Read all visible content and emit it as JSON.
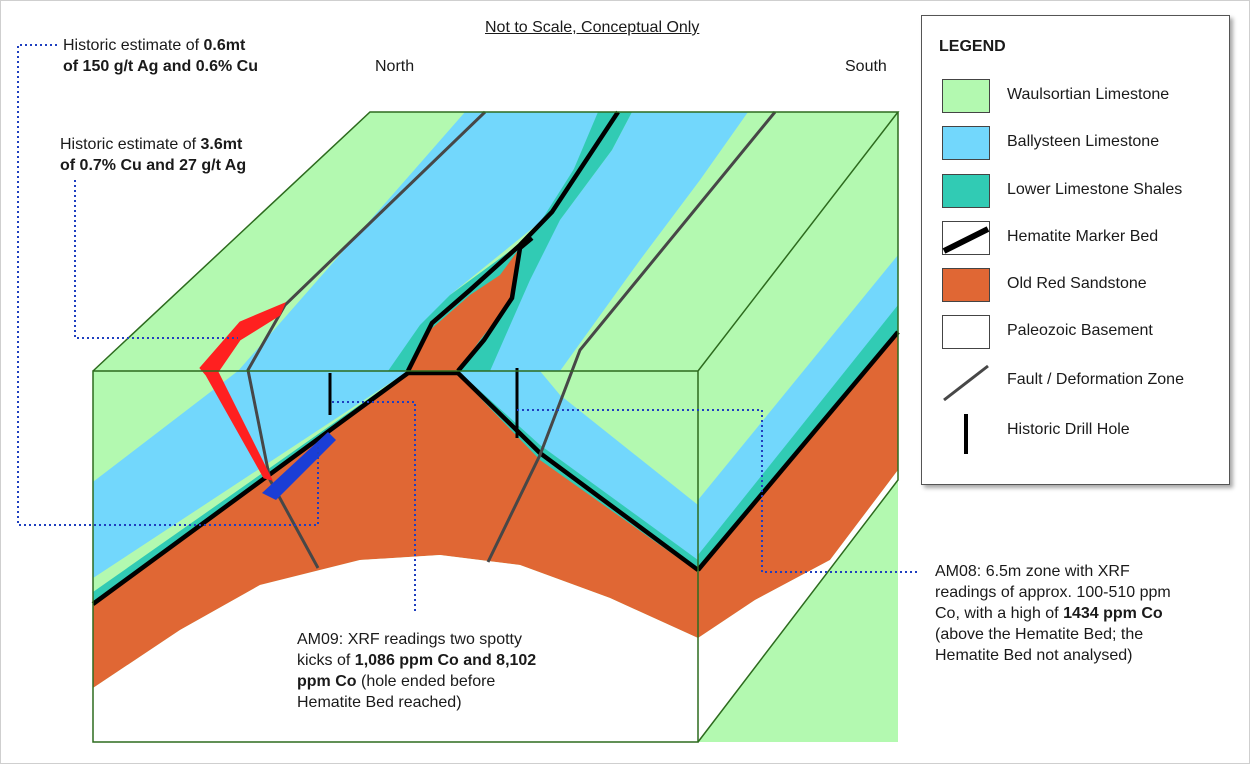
{
  "subtitle": "Not to Scale, Conceptual Only",
  "directions": {
    "north": "North",
    "south": "South"
  },
  "callouts": {
    "estimate1": {
      "text1": "Historic estimate of ",
      "bold1": "0.6mt",
      "bold2": "of 150 g/t Ag and 0.6% Cu"
    },
    "estimate2": {
      "text1": "Historic estimate of ",
      "bold1": "3.6mt",
      "bold2": "of 0.7% Cu and 27 g/t Ag"
    },
    "am09": {
      "line1": "AM09: XRF readings two spotty",
      "line2a": "kicks of ",
      "line2b": "1,086 ppm Co and 8,102",
      "line3a": "ppm Co",
      "line3b": " (hole ended before",
      "line4": "Hematite Bed reached)"
    },
    "am08": {
      "line1": "AM08: 6.5m zone with XRF",
      "line2": "readings of approx. 100-510 ppm",
      "line3a": "Co, with a high of ",
      "line3b": "1434 ppm Co",
      "line4": "(above the Hematite Bed; the",
      "line5": "Hematite Bed not analysed)"
    }
  },
  "legend": {
    "title": "LEGEND",
    "items": [
      {
        "label": "Waulsortian Limestone",
        "type": "fill",
        "color": "#b3f9b0"
      },
      {
        "label": "Ballysteen Limestone",
        "type": "fill",
        "color": "#72d7fc"
      },
      {
        "label": "Lower Limestone Shales",
        "type": "fill",
        "color": "#31cbb4"
      },
      {
        "label": "Hematite Marker Bed",
        "type": "thick-line",
        "color": "#000000"
      },
      {
        "label": "Old Red Sandstone",
        "type": "fill",
        "color": "#e06734"
      },
      {
        "label": "Paleozoic Basement",
        "type": "fill",
        "color": "#ffffff"
      },
      {
        "label": "Fault / Deformation Zone",
        "type": "line",
        "color": "#474747"
      },
      {
        "label": "Historic Drill Hole",
        "type": "vline",
        "color": "#000000"
      }
    ]
  },
  "colors": {
    "waulsortian": "#b3f9b0",
    "ballysteen": "#72d7fc",
    "shales": "#31cbb4",
    "sandstone": "#e06734",
    "basement": "#ffffff",
    "box_edge": "#2d6b1e",
    "mineralization_red": "#ff2020",
    "mineralization_blue": "#1a3ed6",
    "leader": "#1f3fbf"
  }
}
